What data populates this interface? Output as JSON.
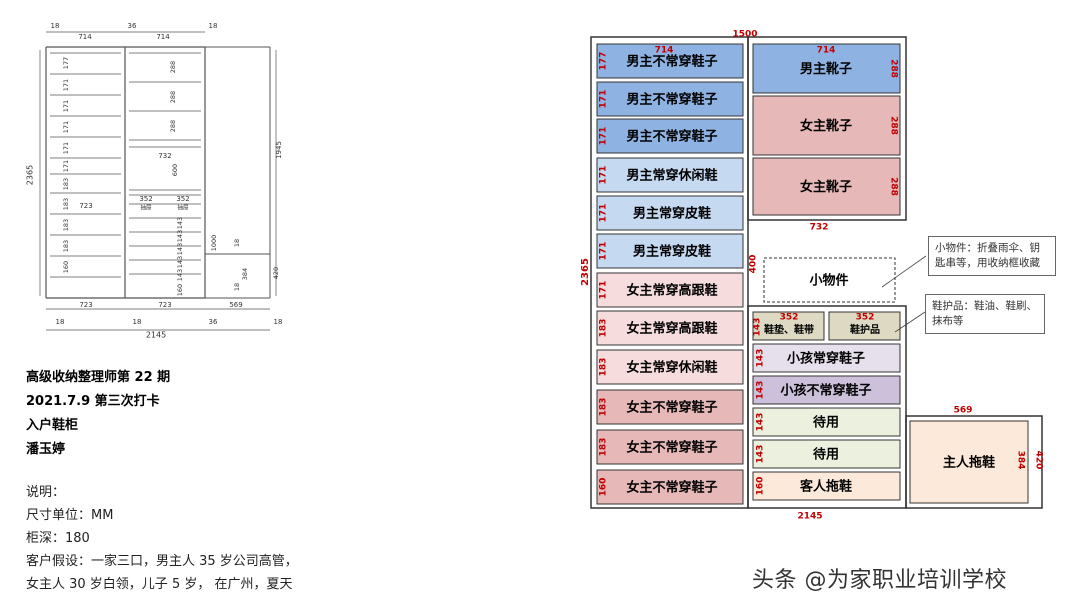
{
  "sketch": {
    "top_dims": [
      "18",
      "714",
      "36",
      "714",
      "18"
    ],
    "left_total": "2365",
    "right_total": "1945",
    "left_col_dims": [
      "177",
      "171",
      "171",
      "171",
      "171",
      "171",
      "183",
      "183",
      "183",
      "183",
      "160"
    ],
    "right_col_dims": [
      "288",
      "288",
      "288"
    ],
    "mid_dim": "732",
    "top_drawer_dims": [
      "352",
      "352"
    ],
    "top_drawer_labels": [
      "抽屉",
      "抽屉"
    ],
    "side_dims": [
      "143",
      "143",
      "143",
      "143",
      "143",
      "160"
    ],
    "mid_heights": [
      "600",
      "1000"
    ],
    "row_723": [
      "723",
      "723"
    ],
    "right_small": [
      "18",
      "384",
      "18",
      "420"
    ],
    "bottom_dims": [
      "723",
      "723",
      "569"
    ],
    "bottom_small": [
      "18",
      "18",
      "36",
      "18"
    ],
    "bottom_total": "2145"
  },
  "info": {
    "header": [
      "高级收纳整理师第 22 期",
      "2021.7.9  第三次打卡",
      "入户鞋柜",
      "潘玉婷"
    ],
    "notes": [
      "说明：",
      "尺寸单位：MM",
      "柜深：180",
      "客户假设：一家三口，男主人 35 岁公司高管，",
      "女主人 30 岁白领，儿子 5 岁，  在广州，夏天"
    ]
  },
  "plan": {
    "top_width": "1500",
    "left_height": "2365",
    "left_width_label": "714",
    "left_cells": [
      {
        "label": "男主不常穿鞋子",
        "dim": "177",
        "fill": "#8EB3E3"
      },
      {
        "label": "男主不常穿鞋子",
        "dim": "171",
        "fill": "#8EB3E3"
      },
      {
        "label": "男主不常穿鞋子",
        "dim": "171",
        "fill": "#8EB3E3"
      },
      {
        "label": "男主常穿休闲鞋",
        "dim": "171",
        "fill": "#C5D9F1"
      },
      {
        "label": "男主常穿皮鞋",
        "dim": "171",
        "fill": "#C5D9F1"
      },
      {
        "label": "男主常穿皮鞋",
        "dim": "171",
        "fill": "#C5D9F1"
      },
      {
        "label": "女主常穿高跟鞋",
        "dim": "171",
        "fill": "#F6DCDC"
      },
      {
        "label": "女主常穿高跟鞋",
        "dim": "183",
        "fill": "#F6DCDC"
      },
      {
        "label": "女主常穿休闲鞋",
        "dim": "183",
        "fill": "#F6DCDC"
      },
      {
        "label": "女主不常穿鞋子",
        "dim": "183",
        "fill": "#E6B8B8"
      },
      {
        "label": "女主不常穿鞋子",
        "dim": "183",
        "fill": "#E6B8B8"
      },
      {
        "label": "女主不常穿鞋子",
        "dim": "160",
        "fill": "#E6B8B8"
      }
    ],
    "right_width_label": "714",
    "right_top_cells": [
      {
        "label": "男主靴子",
        "dim": "288",
        "fill": "#8EB3E3"
      },
      {
        "label": "女主靴子",
        "dim": "288",
        "fill": "#E6B8B8"
      },
      {
        "label": "女主靴子",
        "dim": "288",
        "fill": "#E6B8B8"
      }
    ],
    "mid_width": "732",
    "open_height": "400",
    "open_label": "小物件",
    "drawers": [
      {
        "label": "鞋垫、鞋带",
        "dim": "352"
      },
      {
        "label": "鞋护品",
        "dim": "352"
      }
    ],
    "drawer_height": "143",
    "right_bottom_cells": [
      {
        "label": "小孩常穿鞋子",
        "dim": "143",
        "fill": "#E6E0EC"
      },
      {
        "label": "小孩不常穿鞋子",
        "dim": "143",
        "fill": "#CCC0DA"
      },
      {
        "label": "待用",
        "dim": "143",
        "fill": "#EBF1DE"
      },
      {
        "label": "待用",
        "dim": "143",
        "fill": "#EBF1DE"
      },
      {
        "label": "客人拖鞋",
        "dim": "160",
        "fill": "#FDE9D9"
      }
    ],
    "bottom_width": "2145",
    "slipper_width": "569",
    "slipper_label": "主人拖鞋",
    "slipper_inner": "384",
    "slipper_outer": "420",
    "callout_small": "小物件：折叠雨伞、钥匙串等，用收纳框收藏",
    "callout_care": "鞋护品：鞋油、鞋刷、抹布等"
  },
  "watermark": "头条 @为家职业培训学校",
  "colors": {
    "dim_red": "#C00000",
    "drawer_fill": "#DDD9C3",
    "line": "#333333"
  }
}
